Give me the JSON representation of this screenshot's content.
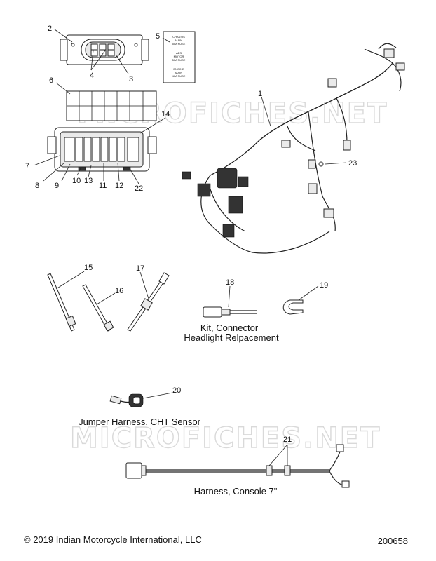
{
  "watermark": "MICROFICHES.NET",
  "callouts": [
    "1",
    "2",
    "3",
    "4",
    "5",
    "6",
    "7",
    "8",
    "9",
    "10",
    "11",
    "12",
    "13",
    "14",
    "15",
    "16",
    "17",
    "18",
    "19",
    "20",
    "21",
    "22",
    "23"
  ],
  "label_fuse": {
    "lines": [
      "CHASSIS",
      "MAIN",
      "50A FUSE",
      "ABS",
      "MOTOR",
      "50A FUSE",
      "ENGINE",
      "MAIN",
      "40A FUSE"
    ]
  },
  "captions": {
    "kit_connector_line1": "Kit, Connector",
    "kit_connector_line2": "Headlight Relpacement",
    "jumper_harness": "Jumper Harness, CHT Sensor",
    "harness_console": "Harness, Console 7\""
  },
  "footer": {
    "copyright": "© 2019 Indian Motorcycle International, LLC",
    "diagram_number": "200658"
  }
}
